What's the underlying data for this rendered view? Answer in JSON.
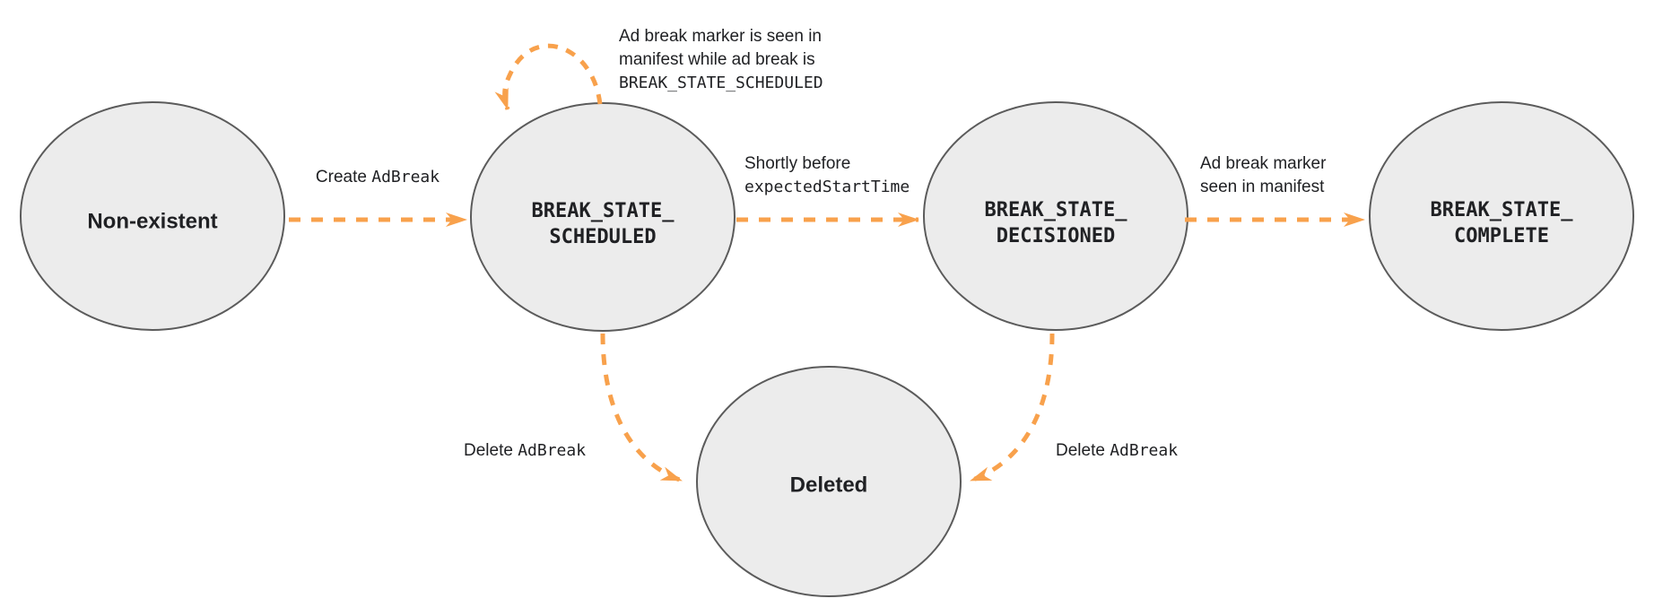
{
  "colors": {
    "arrow_orange": "#f8a14c",
    "node_fill": "#ececec",
    "node_border": "#5b5b5b",
    "text": "#202124"
  },
  "nodes": {
    "non_existent": {
      "label": "Non-existent"
    },
    "scheduled": {
      "label": "BREAK_STATE_\nSCHEDULED"
    },
    "decisioned": {
      "label": "BREAK_STATE_\nDECISIONED"
    },
    "complete": {
      "label": "BREAK_STATE_\nCOMPLETE"
    },
    "deleted": {
      "label": "Deleted"
    }
  },
  "edges": {
    "create": {
      "plain": "Create ",
      "code": "AdBreak"
    },
    "marker_seen_loop": {
      "line1": "Ad break marker is seen in",
      "line2": "manifest while ad break is",
      "line3_code": "BREAK_STATE_SCHEDULED"
    },
    "shortly_before": {
      "line1": "Shortly before",
      "line2_code": "expectedStartTime"
    },
    "marker_seen": {
      "line1": "Ad break marker",
      "line2": "seen in manifest"
    },
    "delete_from_scheduled": {
      "plain": "Delete ",
      "code": "AdBreak"
    },
    "delete_from_decisioned": {
      "plain": "Delete ",
      "code": "AdBreak"
    }
  }
}
